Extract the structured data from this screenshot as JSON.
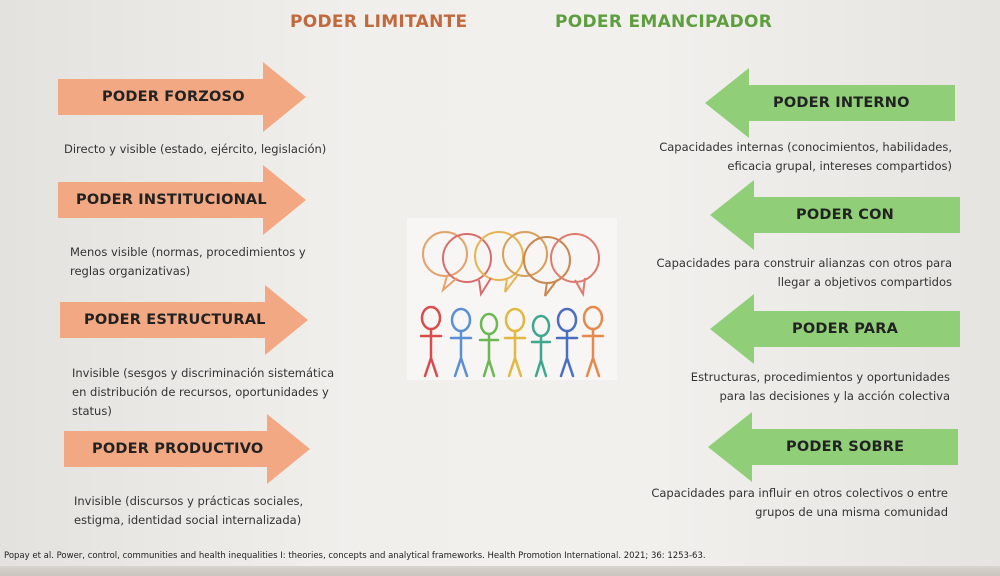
{
  "titles": {
    "left": "PODER LIMITANTE",
    "right": "PODER EMANCIPADOR"
  },
  "colors": {
    "orange": "#f2a883",
    "orange_title": "#c1693d",
    "green": "#90cf78",
    "green_title": "#5e9e3f"
  },
  "left_items": [
    {
      "label": "PODER FORZOSO",
      "desc": "Directo y visible (estado, ejército, legislación)"
    },
    {
      "label": "PODER INSTITUCIONAL",
      "desc": "Menos visible (normas, procedimientos y\nreglas organizativas)"
    },
    {
      "label": "PODER ESTRUCTURAL",
      "desc": "Invisible (sesgos y discriminación sistemática\nen distribución de recursos, oportunidades y\nstatus)"
    },
    {
      "label": "PODER PRODUCTIVO",
      "desc": "Invisible (discursos y prácticas sociales,\nestigma, identidad social internalizada)"
    }
  ],
  "right_items": [
    {
      "label": "PODER INTERNO",
      "desc": "Capacidades internas (conocimientos, habilidades,\neficacia grupal, intereses compartidos)"
    },
    {
      "label": "PODER CON",
      "desc": "Capacidades para construir alianzas con otros para\nllegar a objetivos compartidos"
    },
    {
      "label": "PODER PARA",
      "desc": "Estructuras, procedimientos y oportunidades\npara las decisiones y la acción colectiva"
    },
    {
      "label": "PODER SOBRE",
      "desc": "Capacidades para influir en otros colectivos o entre\ngrupos de una misma comunidad"
    }
  ],
  "citation": "Popay et al. Power, control, communities and health inequalities I: theories, concepts and analytical frameworks. Health Promotion International. 2021; 36: 1253-63."
}
